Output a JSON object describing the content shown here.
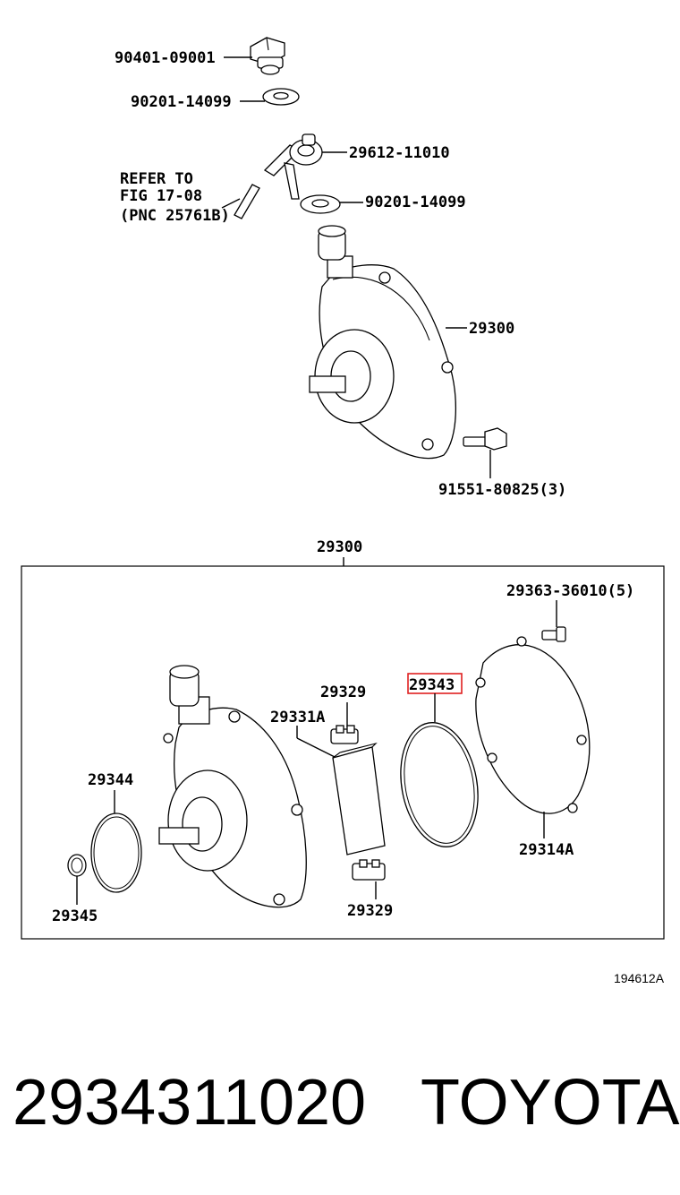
{
  "diagram": {
    "labels": {
      "top_plug": "90401-09001",
      "top_washer_1": "90201-14099",
      "union_bolt": "29612-11010",
      "refer_line1": "REFER TO",
      "refer_line2": "FIG 17-08",
      "refer_line3": "(PNC 25761B)",
      "top_washer_2": "90201-14099",
      "pump_assy_top": "29300",
      "mount_bolt": "91551-80825(3)",
      "box_title": "29300",
      "cover_screw": "29363-36010(5)",
      "vane_upper": "29329",
      "rotor_vane": "29331A",
      "oring_highlight": "29343",
      "oring_large": "29344",
      "cover_plate": "29314A",
      "oring_small": "29345",
      "vane_lower": "29329"
    },
    "figure_ref": "194612A",
    "footer": {
      "part_number": "2934311020",
      "brand": "TOYOTA"
    },
    "highlight_color": "#e02020"
  }
}
